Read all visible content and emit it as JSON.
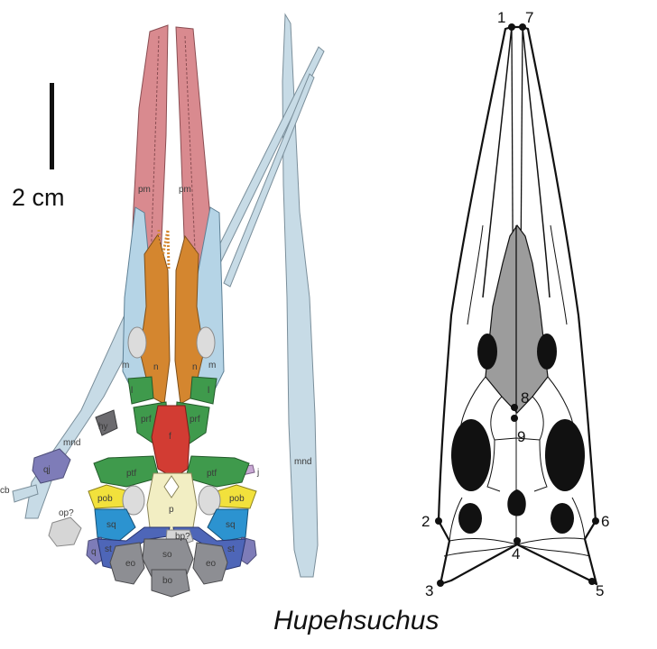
{
  "scale_bar": {
    "label": "2 cm"
  },
  "caption": "Hupehsuchus",
  "bone_labels": {
    "pm": "pm",
    "m": "m",
    "n": "n",
    "l": "l",
    "prf": "prf",
    "f": "f",
    "ptf": "ptf",
    "p": "p",
    "pob": "pob",
    "sq": "sq",
    "st": "st",
    "so": "so",
    "eo": "eo",
    "bo": "bo",
    "bp": "bp?",
    "op": "op?",
    "q": "q",
    "qj": "qj",
    "cb": "cb",
    "hy": "hy",
    "mnd": "mnd",
    "j": "j"
  },
  "landmarks": [
    "1",
    "2",
    "3",
    "4",
    "5",
    "6",
    "7",
    "8",
    "9"
  ],
  "colors": {
    "premaxilla": "#d98a8f",
    "maxilla": "#b5d4e6",
    "nasal": "#d4862f",
    "lacrimal_prefrontal": "#3f9a4c",
    "frontal": "#d23c33",
    "parietal": "#f2eec3",
    "postorbital": "#f2e13c",
    "squamosal": "#2c93d0",
    "supratemporal": "#4e66b8",
    "occipital": "#8d8e93",
    "quadratojugal": "#7e7cb8",
    "mandible": "#c7dbe6",
    "hyoid": "#6c6b6f",
    "jugal": "#c8a8d3",
    "outline_grey": "#9c9c9c"
  }
}
